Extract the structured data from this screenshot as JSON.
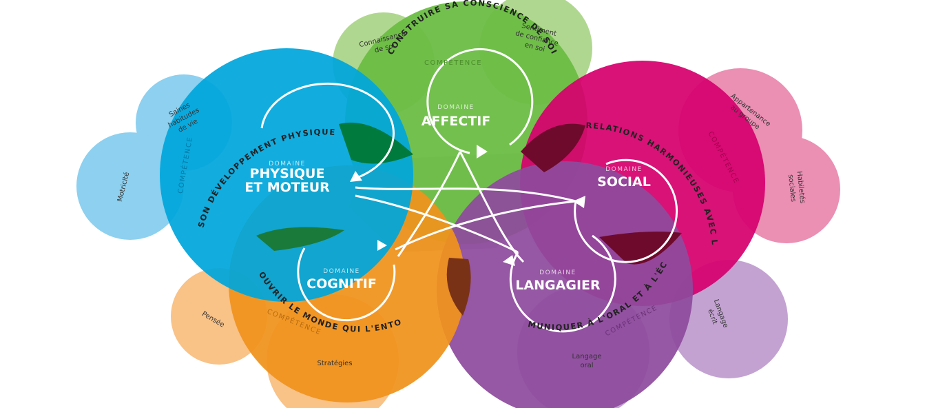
{
  "domain_word": "DOMAINE",
  "competence_word": "COMPÉTENCE",
  "colors": {
    "affectif": "#6cbd45",
    "social": "#d6006e",
    "langagier": "#8e4a9d",
    "cognitif": "#f0921c",
    "physique": "#00a6dc",
    "center": "#c4c4c4"
  },
  "domains": {
    "affectif": {
      "name_lines": [
        "AFFECTIF"
      ],
      "competence": "CONSTRUIRE SA CONSCIENCE DE SOI",
      "subs": [
        {
          "lines": [
            "Connaissance",
            "de soi"
          ]
        },
        {
          "lines": [
            "Sentiment",
            "de confiance",
            "en soi"
          ]
        }
      ]
    },
    "social": {
      "name_lines": [
        "SOCIAL"
      ],
      "competence": "VIVRE DES RELATIONS HARMONIEUSES AVEC LES AUTRES",
      "subs": [
        {
          "lines": [
            "Appartenance",
            "au groupe"
          ]
        },
        {
          "lines": [
            "Habiletés",
            "sociales"
          ]
        }
      ]
    },
    "langagier": {
      "name_lines": [
        "LANGAGIER"
      ],
      "competence": "COMMUNIQUER À L'ORAL ET À L'ÉCRIT",
      "subs": [
        {
          "lines": [
            "Langage",
            "écrit"
          ]
        },
        {
          "lines": [
            "Langage",
            "oral"
          ]
        }
      ]
    },
    "cognitif": {
      "name_lines": [
        "COGNITIF"
      ],
      "competence": "DÉCOUVRIR LE MONDE QUI L'ENTOURE",
      "subs": [
        {
          "lines": [
            "Pensée"
          ]
        },
        {
          "lines": [
            "Stratégies"
          ]
        }
      ]
    },
    "physique": {
      "name_lines": [
        "PHYSIQUE",
        "ET MOTEUR"
      ],
      "competence": "ACCROÎTRE SON DÉVELOPPEMENT PHYSIQUE ET MOTEUR",
      "subs": [
        {
          "lines": [
            "Saines",
            "habitudes",
            "de vie"
          ]
        },
        {
          "lines": [
            "Motricité"
          ]
        }
      ]
    }
  }
}
